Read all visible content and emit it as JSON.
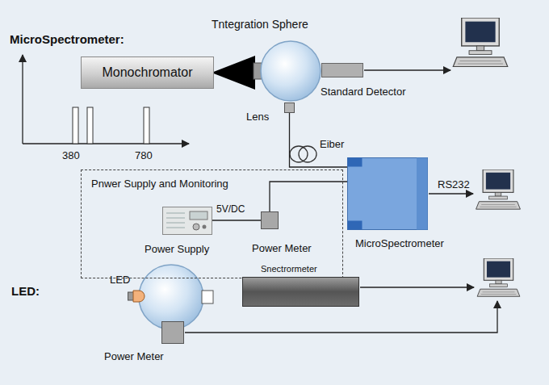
{
  "diagram": {
    "nodes": [
      {
        "text": [
          "Monochromator"
        ]
      },
      {
        "text": [
          "Tntegration Sphere"
        ]
      },
      {
        "text": [
          "Standard Detector"
        ]
      },
      {
        "text": [
          "Lens"
        ]
      },
      {
        "text": [
          "MicroSpectrometer"
        ]
      },
      {
        "text": [
          "Pnwer Supply and Monitoring"
        ]
      },
      {
        "text": [
          "Power Supply"
        ],
        "in": 5
      },
      {
        "text": [
          "Power Meter"
        ],
        "in": 5
      },
      {
        "text": [
          "LED"
        ]
      },
      {
        "text": [
          "Snectrormeter"
        ]
      },
      {
        "text": [
          "Power Meter"
        ]
      }
    ],
    "edges": [
      {
        "from": 3,
        "to": 4,
        "arrow": "none",
        "label": "Eiber"
      },
      {
        "from": 6,
        "to": 7,
        "arrow": "none",
        "label": "5V/DC"
      },
      {
        "from": 7,
        "to": 4,
        "arrow": "none"
      }
    ],
    "labels": [
      "MicroSpectrometer:",
      "380",
      "780",
      "RS232",
      "LED:"
    ]
  }
}
